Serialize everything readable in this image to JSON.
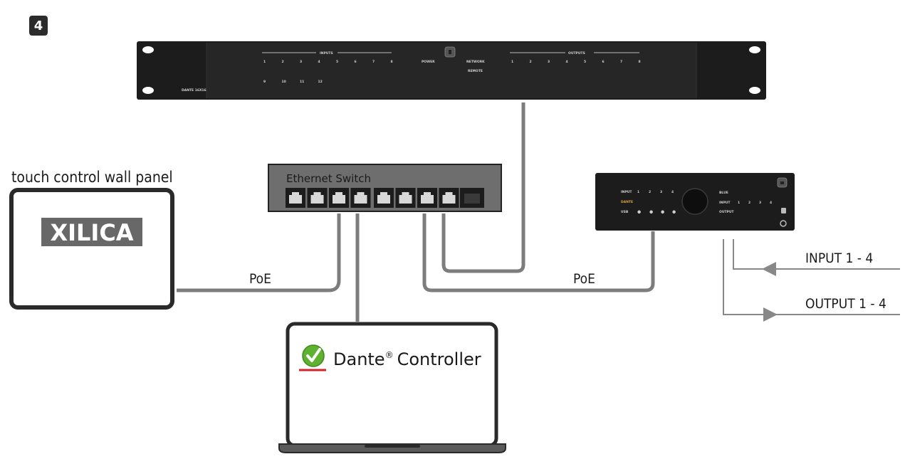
{
  "step": {
    "number": "4"
  },
  "rack_unit": {
    "model_label": "DANTE 16X16",
    "inputs_header": "INPUTS",
    "input_numbers_row1": [
      "1",
      "2",
      "3",
      "4",
      "5",
      "6",
      "7",
      "8"
    ],
    "input_numbers_row2": [
      "9",
      "10",
      "11",
      "12"
    ],
    "power_label": "POWER",
    "network_label": "NETWORK",
    "remote_label": "REMOTE",
    "outputs_header": "OUTPUTS",
    "output_numbers": [
      "1",
      "2",
      "3",
      "4",
      "5",
      "6",
      "7",
      "8"
    ]
  },
  "wall_panel": {
    "caption": "touch control wall panel",
    "logo": "XILICA"
  },
  "ethernet_switch": {
    "label": "Ethernet Switch",
    "port_count": 8
  },
  "poe_labels": {
    "left": "PoE",
    "right": "PoE"
  },
  "io_box": {
    "input_label": "INPUT",
    "dante_label": "DANTE",
    "usb_label": "USB",
    "input_numbers": [
      "1",
      "2",
      "3",
      "4"
    ],
    "right_labels": [
      "BLUE",
      "INPUT",
      "OUTPUT"
    ],
    "output_numbers": [
      "1",
      "2",
      "3",
      "4"
    ]
  },
  "signals": {
    "input": "INPUT 1 - 4",
    "output": "OUTPUT 1 - 4"
  },
  "laptop": {
    "app_name": "Dante",
    "app_suffix": "Controller",
    "registered": "®"
  },
  "colors": {
    "device_dark": "#1c1c1c",
    "cable": "#7d7d7d",
    "switch_body": "#6e6e6e",
    "check_green": "#5fb130",
    "accent_red": "#d2232a"
  }
}
